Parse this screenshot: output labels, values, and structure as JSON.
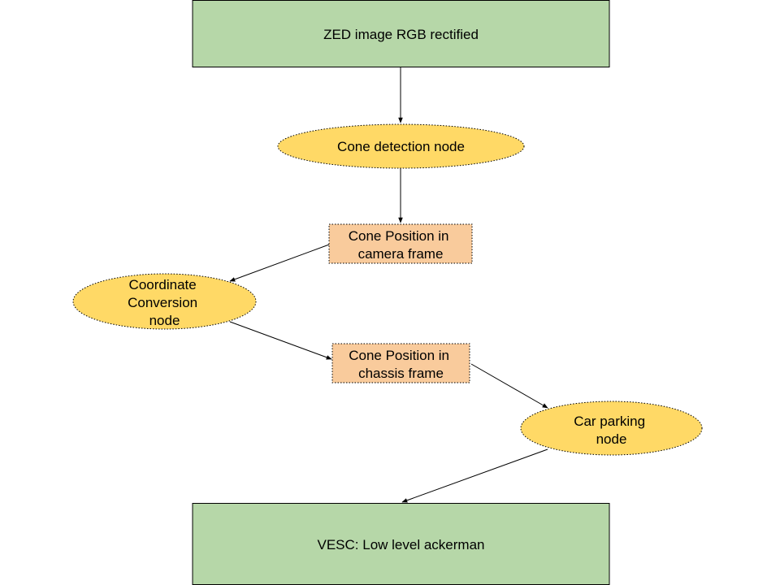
{
  "colors": {
    "rect_fill": "#b6d7a8",
    "ellipse_fill": "#ffd966",
    "data_fill": "#f9cb9c",
    "border": "#000000",
    "edge": "#000000"
  },
  "nodes": {
    "zed_image": {
      "text": "ZED image RGB rectified"
    },
    "cone_detection": {
      "text": "Cone detection node"
    },
    "cone_pos_camera": {
      "line1": "Cone Position in",
      "line2": "camera frame"
    },
    "coord_conversion": {
      "line1": "Coordinate",
      "line2": "Conversion",
      "line3": "node"
    },
    "cone_pos_chassis": {
      "line1": "Cone Position in",
      "line2": "chassis frame"
    },
    "car_parking": {
      "line1": "Car parking",
      "line2": "node"
    },
    "vesc": {
      "text": "VESC: Low level ackerman"
    }
  },
  "edges": [
    {
      "from": "zed_image",
      "to": "cone_detection"
    },
    {
      "from": "cone_detection",
      "to": "cone_pos_camera"
    },
    {
      "from": "cone_pos_camera",
      "to": "coord_conversion"
    },
    {
      "from": "coord_conversion",
      "to": "cone_pos_chassis"
    },
    {
      "from": "cone_pos_chassis",
      "to": "car_parking"
    },
    {
      "from": "car_parking",
      "to": "vesc"
    }
  ]
}
